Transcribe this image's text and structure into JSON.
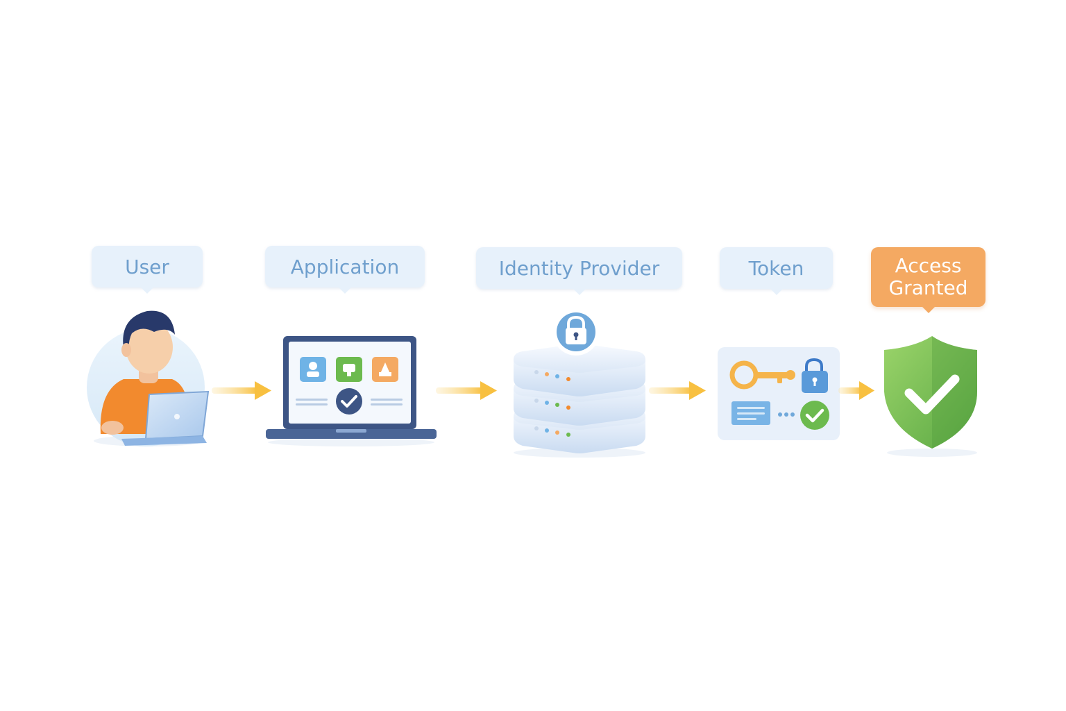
{
  "steps": [
    {
      "id": "user",
      "label": "User",
      "icon": "user-at-laptop-icon"
    },
    {
      "id": "application",
      "label": "Application",
      "icon": "laptop-app-icon"
    },
    {
      "id": "identity-provider",
      "label": "Identity Provider",
      "icon": "server-lock-icon"
    },
    {
      "id": "token",
      "label": "Token",
      "icon": "key-token-icon"
    },
    {
      "id": "access-granted",
      "label_lines": [
        "Access",
        "Granted"
      ],
      "icon": "shield-check-icon"
    }
  ],
  "colors": {
    "label_bg": "#e7f1fb",
    "label_text": "#6f9fcd",
    "accent_orange": "#f4a962",
    "arrow": "#f8c040",
    "success_green": "#6cba4e",
    "navy": "#3d5585"
  }
}
